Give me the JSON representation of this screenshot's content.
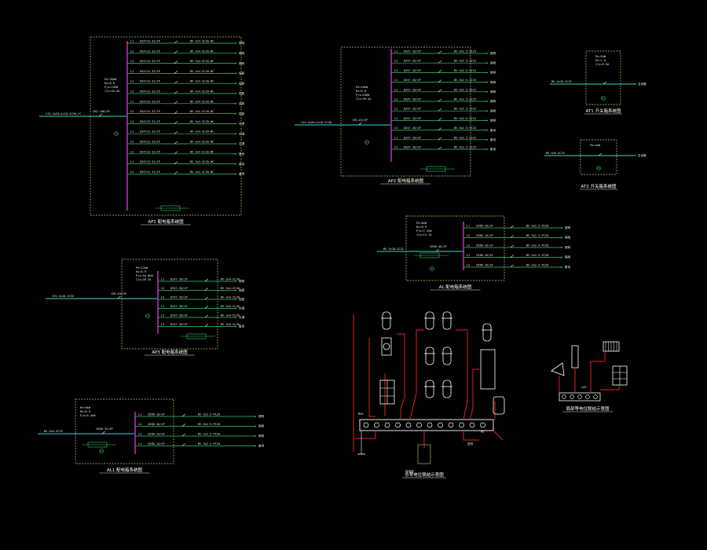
{
  "colors": {
    "background": "#000000",
    "frame": "#c8c86e",
    "busbar": "#cc33cc",
    "incoming": "#33d6d6",
    "circuit": "#33cc66",
    "ground": "#dd2222",
    "text": "#e8e8e8",
    "equipment": "#ffffff"
  },
  "diagram": {
    "panels": [
      {
        "id": "panel-1",
        "caption": "AP1 配电箱系统图",
        "incoming_label": "YJV-4x35+1x16-SC50-FC",
        "breaker_label": "CM1-100/3P",
        "info_lines": [
          "Pe=30kW",
          "Kx=0.8",
          "Pjs=24kW",
          "Ijs=45.6A"
        ],
        "circuit_cable": "BV-3x4-SC20-WC",
        "circuits": [
          {
            "breaker": "DZ47LE-32/1P",
            "phase": "L1",
            "label": "照明"
          },
          {
            "breaker": "DZ47LE-32/1P",
            "phase": "L2",
            "label": "照明"
          },
          {
            "breaker": "DZ47LE-32/1P",
            "phase": "L3",
            "label": "照明"
          },
          {
            "breaker": "DZ47LE-32/1P",
            "phase": "L1",
            "label": "插座"
          },
          {
            "breaker": "DZ47LE-32/1P",
            "phase": "L2",
            "label": "插座"
          },
          {
            "breaker": "DZ47LE-32/1P",
            "phase": "L3",
            "label": "插座"
          },
          {
            "breaker": "DZ47LE-32/1P",
            "phase": "L1",
            "label": "插座"
          },
          {
            "breaker": "DZ47LE-32/1P",
            "phase": "L2",
            "label": "插座"
          },
          {
            "breaker": "DZ47LE-32/1P",
            "phase": "L3",
            "label": "空调"
          },
          {
            "breaker": "DZ47LE-32/1P",
            "phase": "L1",
            "label": "空调"
          },
          {
            "breaker": "DZ47LE-32/1P",
            "phase": "L2",
            "label": "空调"
          },
          {
            "breaker": "DZ47LE-32/1P",
            "phase": "L3",
            "label": "备用"
          },
          {
            "breaker": "DZ47LE-32/1P",
            "phase": "L1",
            "label": "备用"
          },
          {
            "breaker": "DZ47LE-32/1P",
            "phase": "L2",
            "label": "备用"
          }
        ]
      },
      {
        "id": "panel-2",
        "caption": "AP2 配电箱系统图",
        "incoming_label": "YJV-4x25+1x16-SC40",
        "breaker_label": "CM1-63/3P",
        "info_lines": [
          "Pe=20kW",
          "Kx=0.8",
          "Pjs=16kW",
          "Ijs=30.4A"
        ],
        "circuit_cable": "BV-3x2.5-SC15",
        "circuits": [
          {
            "breaker": "DZ47-16/1P",
            "phase": "L1",
            "label": "照明"
          },
          {
            "breaker": "DZ47-16/1P",
            "phase": "L2",
            "label": "照明"
          },
          {
            "breaker": "DZ47-16/1P",
            "phase": "L3",
            "label": "照明"
          },
          {
            "breaker": "DZ47-16/1P",
            "phase": "L1",
            "label": "照明"
          },
          {
            "breaker": "DZ47-16/1P",
            "phase": "L2",
            "label": "照明"
          },
          {
            "breaker": "DZ47-16/1P",
            "phase": "L3",
            "label": "照明"
          },
          {
            "breaker": "DZ47-16/1P",
            "phase": "L1",
            "label": "照明"
          },
          {
            "breaker": "DZ47-16/1P",
            "phase": "L2",
            "label": "照明"
          },
          {
            "breaker": "DZ47-16/1P",
            "phase": "L3",
            "label": "备用"
          },
          {
            "breaker": "DZ47-16/1P",
            "phase": "L1",
            "label": "备用"
          },
          {
            "breaker": "DZ47-16/1P",
            "phase": "L2",
            "label": "备用"
          }
        ]
      },
      {
        "id": "panel-3",
        "caption": "AP3 配电箱系统图",
        "incoming_label": "YJV-5x10-SC32",
        "breaker_label": "CM1-63/3P",
        "info_lines": [
          "Pe=12kW",
          "Kx=0.9",
          "Pjs=10.8kW",
          "Ijs=20.5A"
        ],
        "circuit_cable": "BV-3x4-SC20",
        "circuits": [
          {
            "breaker": "DZ47-20/1P",
            "phase": "L1",
            "label": "照明"
          },
          {
            "breaker": "DZ47-20/1P",
            "phase": "L2",
            "label": "插座"
          },
          {
            "breaker": "DZ47-20/1P",
            "phase": "L3",
            "label": "插座"
          },
          {
            "breaker": "DZ47-20/1P",
            "phase": "L1",
            "label": "空调"
          },
          {
            "breaker": "DZ47-20/1P",
            "phase": "L2",
            "label": "空调"
          },
          {
            "breaker": "DZ47-20/1P",
            "phase": "L3",
            "label": "备用"
          }
        ]
      },
      {
        "id": "panel-4",
        "caption": "AL 配电箱系统图",
        "incoming_label": "BV-5x10-SC32",
        "breaker_label": "C65N-40/3P",
        "info_lines": [
          "Pe=8kW",
          "Kx=0.9",
          "Pjs=7.2kW",
          "Ijs=13.7A"
        ],
        "circuit_cable": "BV-3x2.5-PC20",
        "circuits": [
          {
            "breaker": "C65N-16/1P",
            "phase": "L1",
            "label": "照明"
          },
          {
            "breaker": "C65N-16/1P",
            "phase": "L2",
            "label": "照明"
          },
          {
            "breaker": "C65N-16/1P",
            "phase": "L3",
            "label": "照明"
          },
          {
            "breaker": "C65N-16/1P",
            "phase": "L1",
            "label": "照明"
          },
          {
            "breaker": "C65N-16/1P",
            "phase": "L2",
            "label": "备用"
          }
        ]
      },
      {
        "id": "panel-5",
        "caption": "AL1 配电箱系统图",
        "incoming_label": "BV-5x6-SC25",
        "breaker_label": "C65N-32/3P",
        "info_lines": [
          "Pe=6kW",
          "Kx=0.9",
          "Pjs=5.4kW"
        ],
        "circuit_cable": "BV-3x2.5-PC20",
        "circuits": [
          {
            "breaker": "C65N-16/1P",
            "phase": "L1",
            "label": "照明"
          },
          {
            "breaker": "C65N-16/1P",
            "phase": "L2",
            "label": "照明"
          },
          {
            "breaker": "C65N-16/1P",
            "phase": "L3",
            "label": "照明"
          },
          {
            "breaker": "C65N-16/1P",
            "phase": "L1",
            "label": "备用"
          }
        ]
      }
    ],
    "switch_boxes": [
      {
        "id": "switch-box-1",
        "caption": "AT1 开关箱系统图",
        "incoming_label": "BV-4x10-SC32",
        "outgoing_label": "至设备",
        "info_lines": [
          "Pe=5kW",
          "Kx=1.0",
          "Ijs=9.5A"
        ]
      },
      {
        "id": "switch-box-2",
        "caption": "AT2 开关箱系统图",
        "incoming_label": "BV-4x6-SC25",
        "outgoing_label": "至设备",
        "info_lines": [
          "Pe=3kW"
        ]
      }
    ],
    "grounding_details": [
      {
        "id": "grounding-detail-main",
        "caption": "总等电位联结示意图",
        "labels": [
          "MEB",
          "PE",
          "接地极",
          "进线"
        ]
      },
      {
        "id": "grounding-detail-local",
        "caption": "局部等电位联结示意图",
        "labels": [
          "LEB"
        ]
      }
    ]
  }
}
